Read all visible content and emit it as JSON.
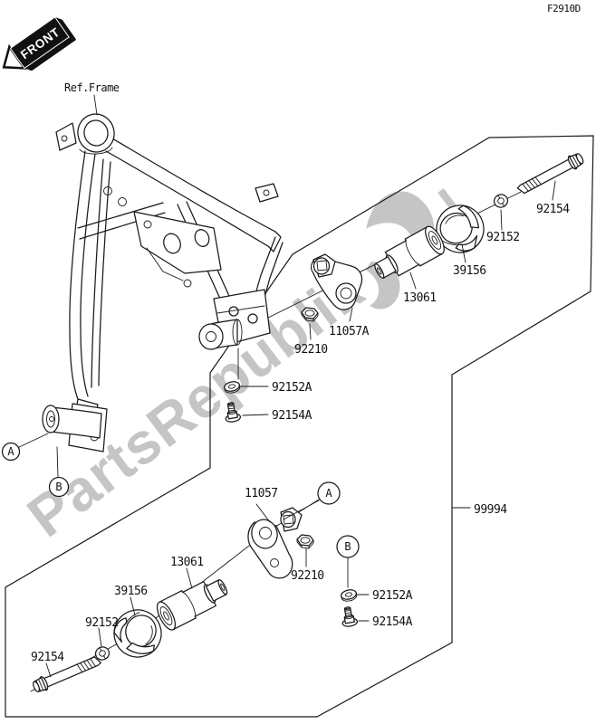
{
  "doc": {
    "code": "F2910D"
  },
  "front_badge": {
    "label": "FRONT"
  },
  "frame_ref": {
    "label": "Ref.Frame"
  },
  "watermark": {
    "text": "PartsRepublik",
    "bar": "|"
  },
  "kit": {
    "number": "99994"
  },
  "markers": {
    "a": "A",
    "b": "B"
  },
  "upper_group": {
    "bolt": "92154",
    "ring": "92152",
    "cap": "39156",
    "damper": "13061",
    "bracket": "11057A",
    "nut": "92210",
    "washer": "92152A",
    "flange_bolt": "92154A"
  },
  "lower_group": {
    "bracket": "11057",
    "nut": "92210",
    "washer": "92152A",
    "flange_bolt": "92154A",
    "damper": "13061",
    "cap": "39156",
    "ring": "92152",
    "bolt": "92154"
  },
  "colors": {
    "line": "#1a1a1a",
    "watermark": "#bfbfbf",
    "background": "#ffffff"
  }
}
